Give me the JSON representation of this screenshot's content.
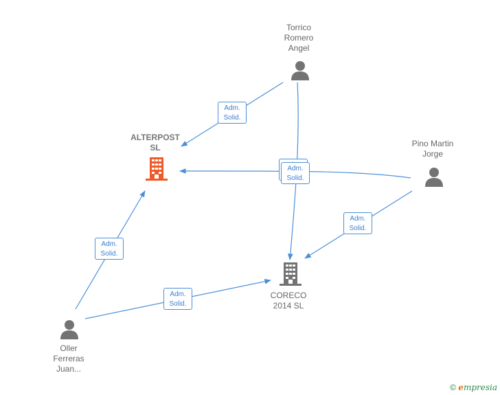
{
  "nodes": {
    "torrico": {
      "lines": [
        "Torrico",
        "Romero",
        "Angel"
      ]
    },
    "pino": {
      "lines": [
        "Pino Martin",
        "Jorge"
      ]
    },
    "alterpost": {
      "lines": [
        "ALTERPOST",
        "SL"
      ]
    },
    "coreco": {
      "lines": [
        "CORECO",
        "2014  SL"
      ]
    },
    "oller": {
      "lines": [
        "Oller",
        "Ferreras",
        "Juan..."
      ]
    }
  },
  "edge_label": {
    "line1": "Adm.",
    "line2": "Solid."
  },
  "colors": {
    "edge": "#4a8fd8",
    "person": "#737373",
    "company_main": "#ee5a2a",
    "company": "#737373"
  },
  "footer": {
    "copyright": "©",
    "brand_e": "e",
    "brand_rest": "mpresia"
  }
}
